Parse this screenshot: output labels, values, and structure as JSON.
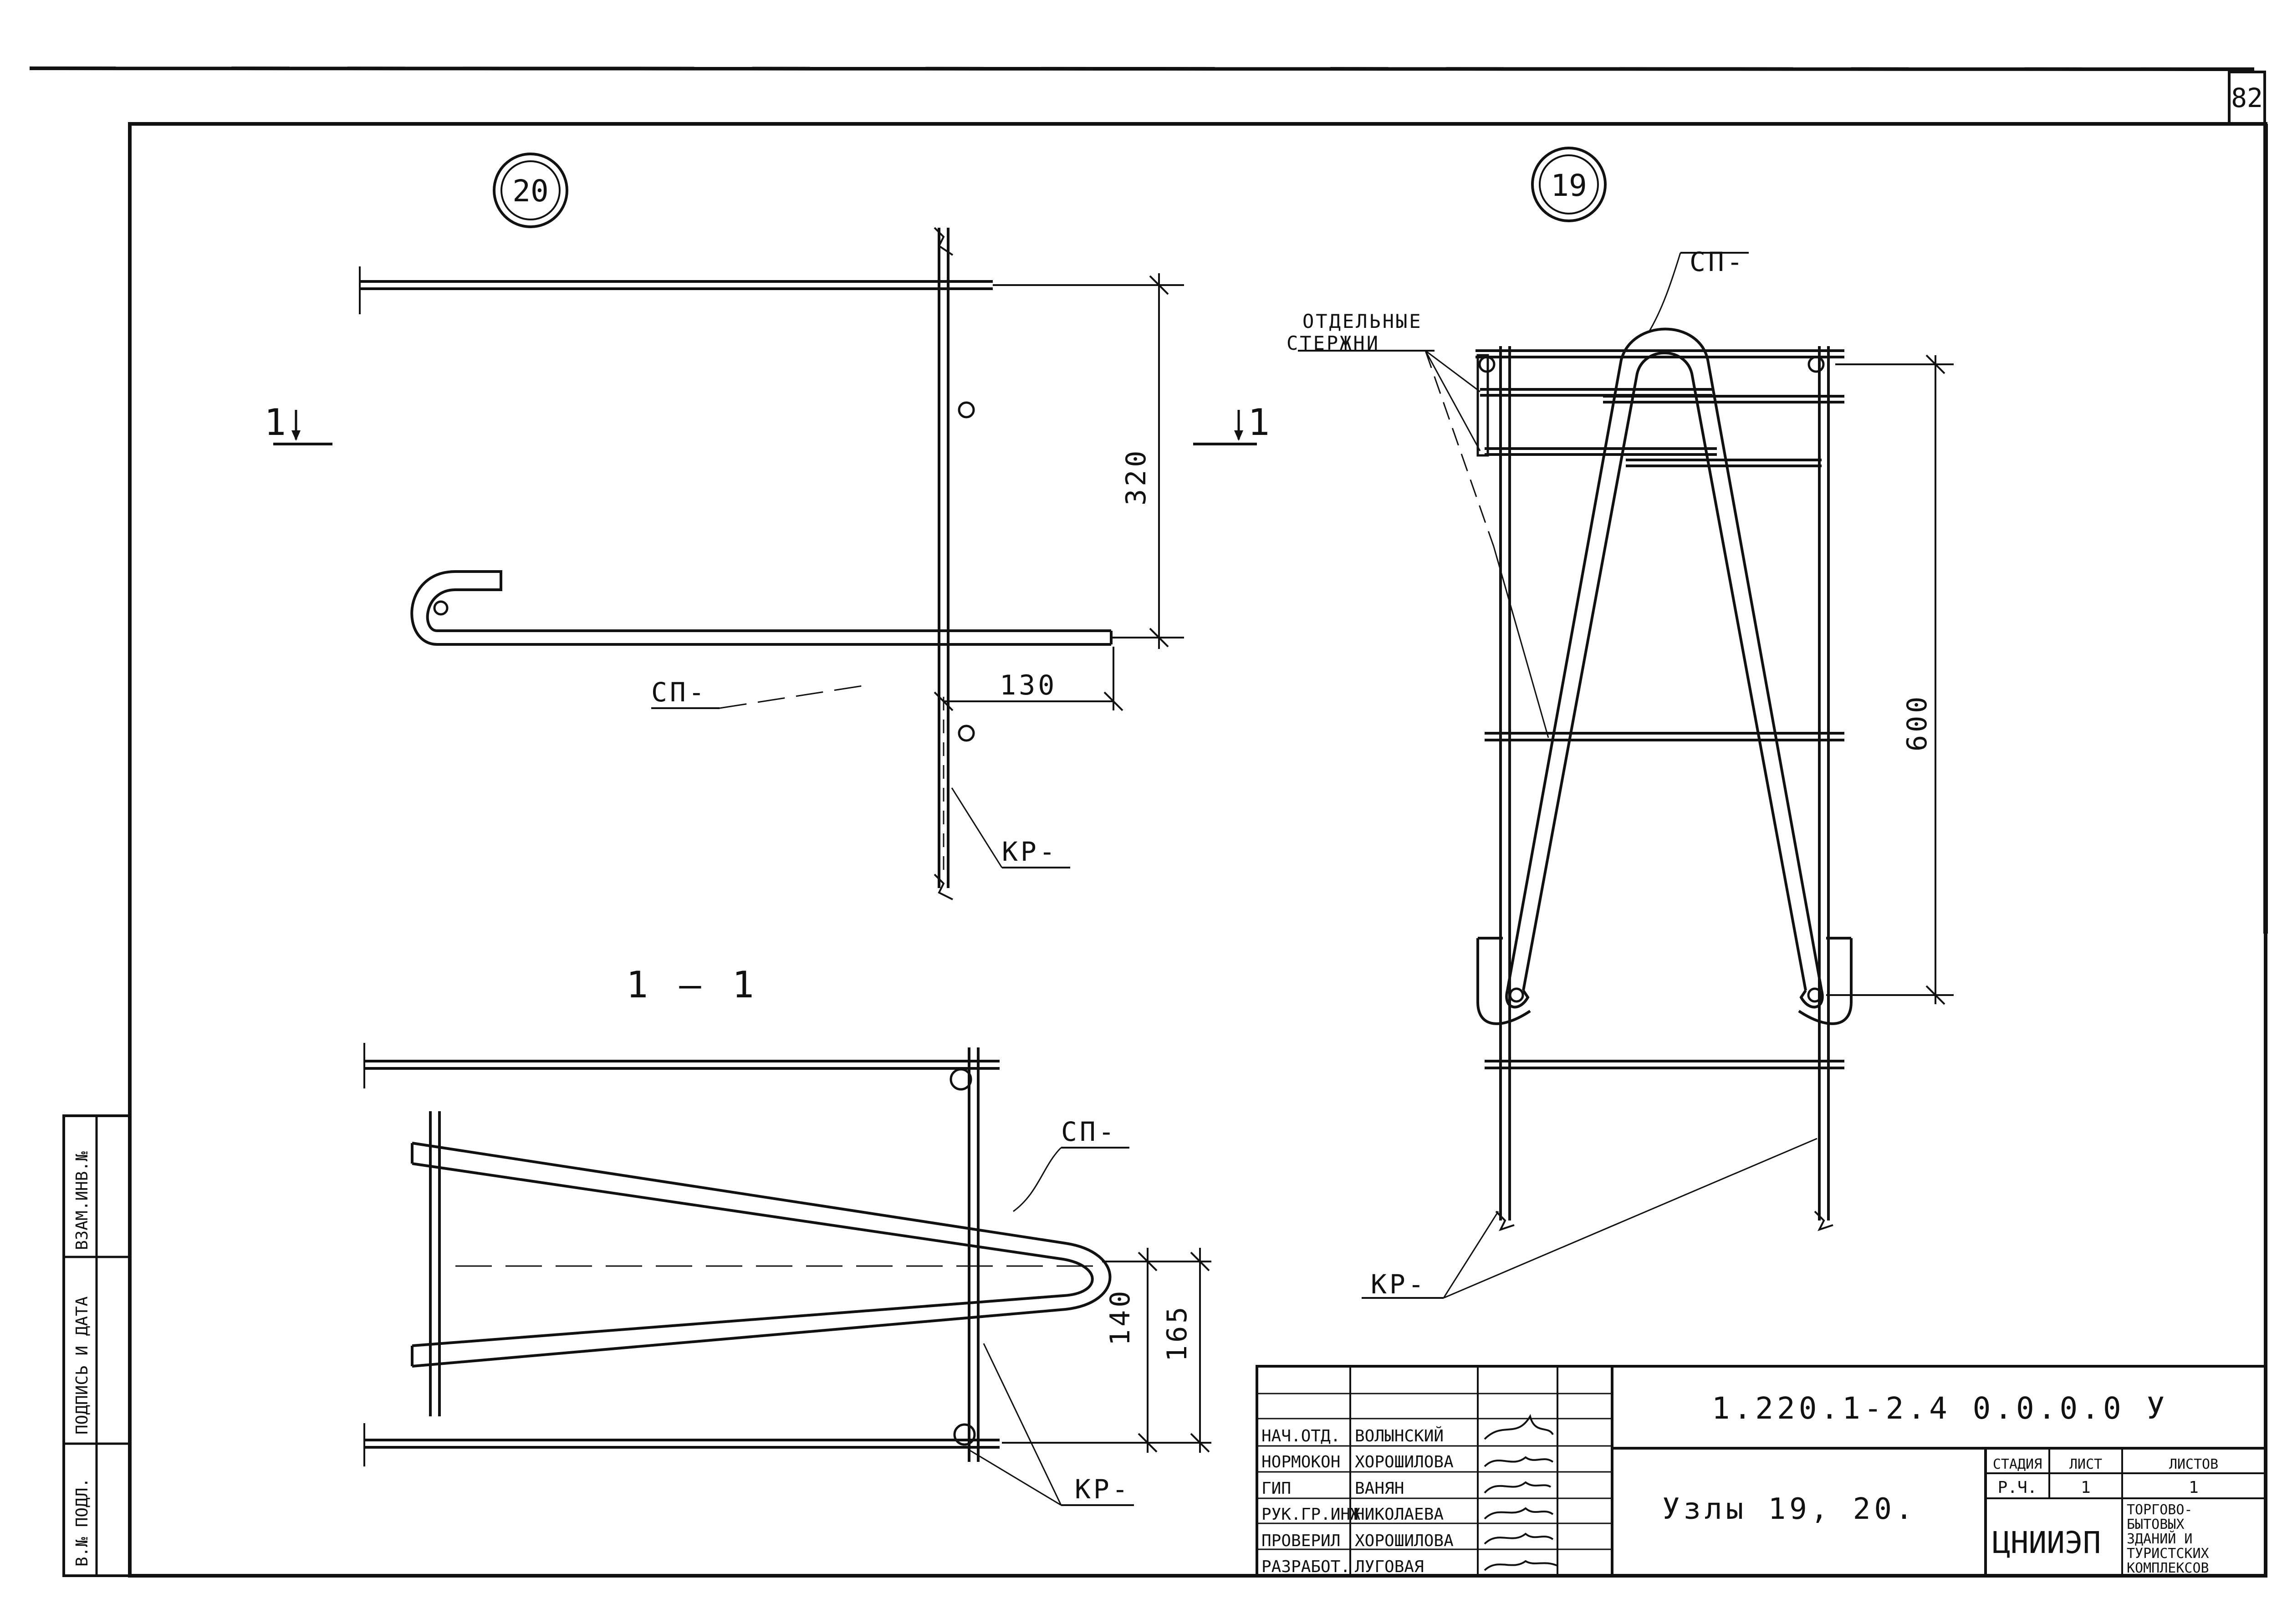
{
  "sheet": {
    "number": "82",
    "doc_code": "1.220.1-2.4 0.0.0.0 У",
    "title": "Узлы 19, 20."
  },
  "callouts": {
    "node_20": "20",
    "node_19": "19",
    "section_1_left": "1",
    "section_1_right": "1",
    "section_title": "1 – 1"
  },
  "labels": {
    "sp": "СП-",
    "kr": "КР-",
    "separate_rods_line1": "ОТДЕЛЬНЫЕ",
    "separate_rods_line2": "СТЕРЖНИ"
  },
  "dimensions": {
    "d320": "320",
    "d130": "130",
    "d600": "600",
    "d140": "140",
    "d165": "165"
  },
  "side_stamp": {
    "col1": "В.№ ПОДЛ.",
    "col2": "ПОДПИСЬ И ДАТА",
    "col3": "ВЗАМ.ИНВ.№"
  },
  "title_block": {
    "roles": [
      "НАЧ.ОТД.",
      "НОРМОКОН",
      "ГИП",
      "РУК.ГР.ИНЖ",
      "ПРОВЕРИЛ",
      "РАЗРАБОТ."
    ],
    "names": [
      "ВОЛЫНСКИЙ",
      "ХОРОШИЛОВА",
      "ВАНЯН",
      "НИКОЛАЕВА",
      "ХОРОШИЛОВА",
      "ЛУГОВАЯ"
    ],
    "stage_header": "СТАДИЯ",
    "sheet_header": "ЛИСТ",
    "sheets_header": "ЛИСТОВ",
    "stage_value": "Р.Ч.",
    "sheet_value": "1",
    "sheets_value": "1",
    "org": "ЦНИИЭП",
    "org_sub": [
      "ТОРГОВО-",
      "БЫТОВЫХ",
      "ЗДАНИЙ И",
      "ТУРИСТСКИХ",
      "КОМПЛЕКСОВ"
    ]
  }
}
